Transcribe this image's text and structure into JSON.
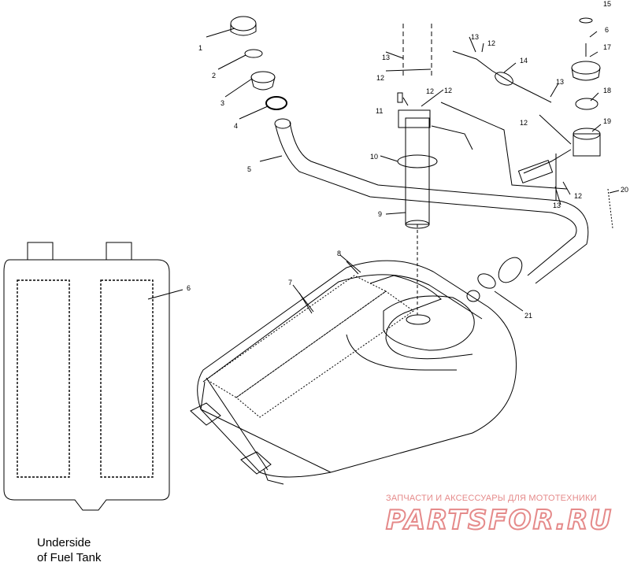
{
  "callouts": {
    "n1": "1",
    "n2": "2",
    "n3": "3",
    "n4": "4",
    "n5": "5",
    "n6a": "6",
    "n6b": "6",
    "n7": "7",
    "n8": "8",
    "n9": "9",
    "n10": "10",
    "n11": "11",
    "n12a": "12",
    "n12b": "12",
    "n12c": "12",
    "n12d": "12",
    "n12e": "12",
    "n12f": "12",
    "n13a": "13",
    "n13b": "13",
    "n13c": "13",
    "n13d": "13",
    "n14": "14",
    "n15": "15",
    "n17": "17",
    "n18": "18",
    "n19": "19",
    "n20": "20",
    "n21": "21"
  },
  "caption": {
    "line1": "Underside",
    "line2": "of Fuel Tank"
  },
  "watermark": {
    "tagline": "ЗАПЧАСТИ И АКСЕССУАРЫ ДЛЯ МОТОТЕХНИКИ",
    "brand": "PARTSFOR.RU"
  }
}
